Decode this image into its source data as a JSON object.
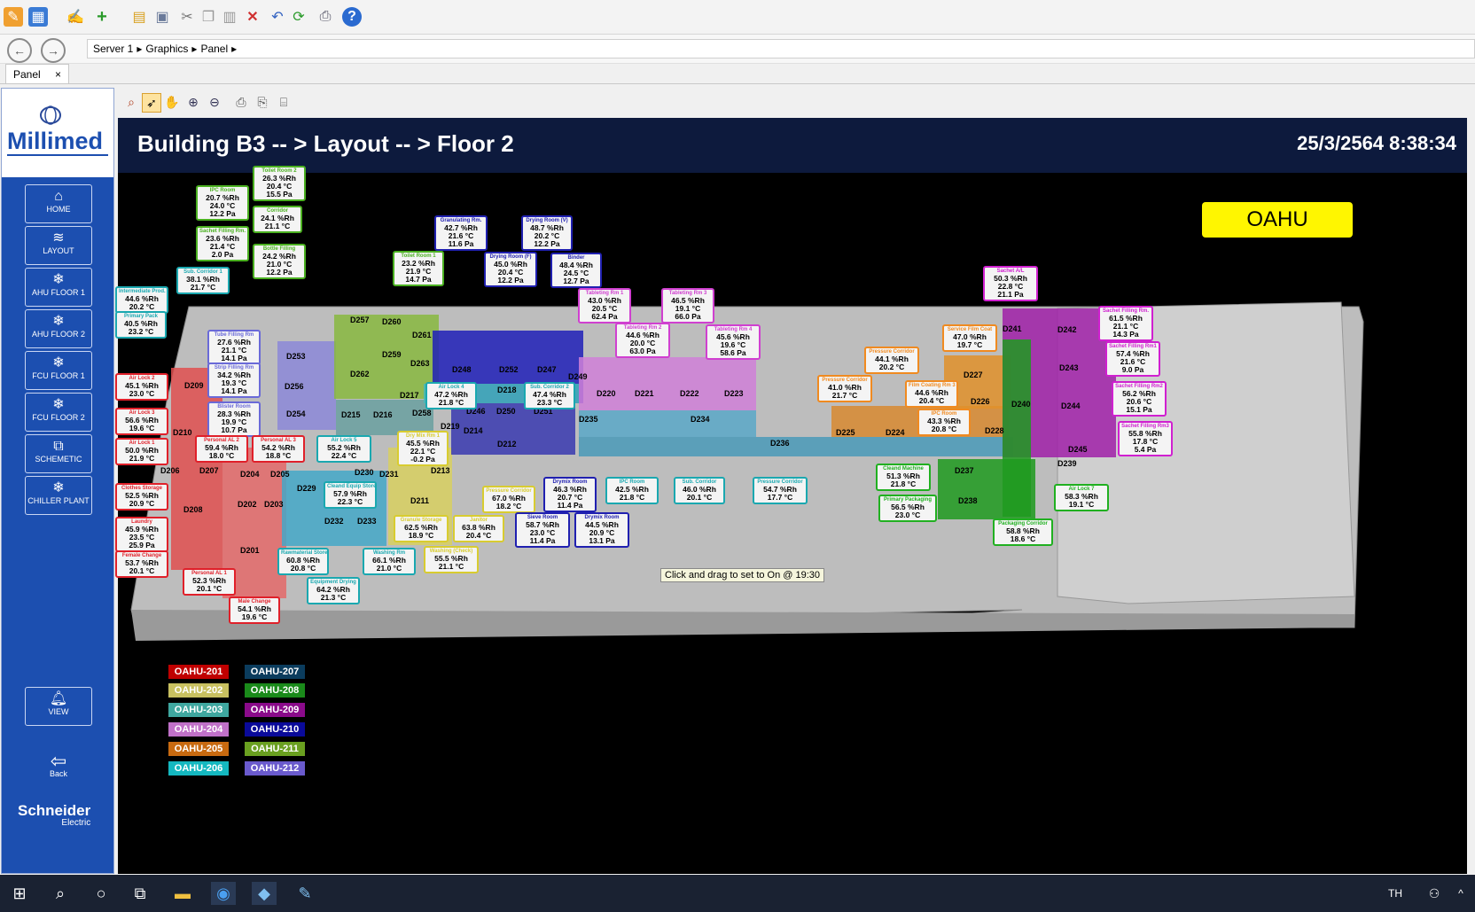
{
  "breadcrumb": {
    "items": [
      "Server 1",
      "Graphics",
      "Panel"
    ]
  },
  "tab": {
    "label": "Panel",
    "close": "×"
  },
  "brand": {
    "logo_text": "Millimed",
    "footer": "Schneider",
    "footer_sub": "Electric"
  },
  "sidebar": {
    "items": [
      {
        "label": "HOME",
        "icon": "home-icon"
      },
      {
        "label": "LAYOUT",
        "icon": "layers-icon"
      },
      {
        "label": "AHU FLOOR 1",
        "icon": "snowflake-icon"
      },
      {
        "label": "AHU FLOOR 2",
        "icon": "snowflake-icon"
      },
      {
        "label": "FCU FLOOR 1",
        "icon": "snowflake-icon"
      },
      {
        "label": "FCU FLOOR 2",
        "icon": "snowflake-icon"
      },
      {
        "label": "SCHEMETIC",
        "icon": "schematic-icon"
      },
      {
        "label": "CHILLER PLANT",
        "icon": "snowflake-icon"
      }
    ],
    "view": "VIEW",
    "back": "Back"
  },
  "header": {
    "title": "Building B3 -- > Layout -- > Floor 2",
    "clock": "25/3/2564 8:38:34",
    "mode": "OAHU"
  },
  "tooltip": "Click and drag to set to On @ 19:30",
  "legend": [
    {
      "label": "OAHU-201",
      "color": "#c00000"
    },
    {
      "label": "OAHU-207",
      "color": "#0b3c5d"
    },
    {
      "label": "OAHU-202",
      "color": "#c8c060"
    },
    {
      "label": "OAHU-208",
      "color": "#1a8a1a"
    },
    {
      "label": "OAHU-203",
      "color": "#3fa7a0"
    },
    {
      "label": "OAHU-209",
      "color": "#8a0a8a"
    },
    {
      "label": "OAHU-204",
      "color": "#c070c8"
    },
    {
      "label": "OAHU-210",
      "color": "#0a0a9a"
    },
    {
      "label": "OAHU-205",
      "color": "#c86a10"
    },
    {
      "label": "OAHU-211",
      "color": "#6aa020"
    },
    {
      "label": "OAHU-206",
      "color": "#14b8c0"
    },
    {
      "label": "OAHU-212",
      "color": "#6a5acd"
    }
  ],
  "rooms": [
    "D209",
    "D210",
    "D206",
    "D207",
    "D204",
    "D205",
    "D208",
    "D202",
    "D203",
    "D201",
    "D253",
    "D256",
    "D254",
    "D257",
    "D260",
    "D261",
    "D259",
    "D263",
    "D262",
    "D217",
    "D215",
    "D216",
    "D258",
    "D219",
    "D230",
    "D231",
    "D229",
    "D232",
    "D233",
    "D213",
    "D211",
    "D214",
    "D212",
    "D246",
    "D250",
    "D251",
    "D218",
    "D248",
    "D252",
    "D247",
    "D249",
    "D220",
    "D221",
    "D222",
    "D223",
    "D235",
    "D234",
    "D236",
    "D225",
    "D224",
    "D227",
    "D226",
    "D228",
    "D241",
    "D242",
    "D243",
    "D244",
    "D245",
    "D240",
    "D237",
    "D238",
    "D239"
  ],
  "labels": [
    {
      "n": "Toilet Room 2",
      "v": [
        "26.3 %Rh",
        "20.4 °C",
        "15.5 Pa"
      ]
    },
    {
      "n": "IPC Room",
      "v": [
        "20.7 %Rh",
        "24.0 °C",
        "12.2 Pa"
      ]
    },
    {
      "n": "Corridor",
      "v": [
        "24.1 %Rh",
        "21.1 °C"
      ]
    },
    {
      "n": "Sachet Filling Rm.",
      "v": [
        "23.6 %Rh",
        "21.4 °C",
        "2.0 Pa"
      ]
    },
    {
      "n": "Bottle Filling",
      "v": [
        "24.2 %Rh",
        "21.0 °C",
        "12.2 Pa"
      ]
    },
    {
      "n": "Sub. Corridor 1",
      "v": [
        "38.1 %Rh",
        "21.7 °C"
      ]
    },
    {
      "n": "Intermediate Prod.",
      "v": [
        "44.6 %Rh",
        "20.2 °C"
      ]
    },
    {
      "n": "Primary Pack",
      "v": [
        "40.5 %Rh",
        "23.2 °C"
      ]
    },
    {
      "n": "Toilet Room 1",
      "v": [
        "23.2 %Rh",
        "21.9 °C",
        "14.7 Pa"
      ]
    },
    {
      "n": "Granulating Rm.",
      "v": [
        "42.7 %Rh",
        "21.6 °C",
        "11.6 Pa"
      ]
    },
    {
      "n": "Drying Room (V)",
      "v": [
        "48.7 %Rh",
        "20.2 °C",
        "12.2 Pa"
      ]
    },
    {
      "n": "Drying Room (F)",
      "v": [
        "45.0 %Rh",
        "20.4 °C",
        "12.2 Pa"
      ]
    },
    {
      "n": "Binder",
      "v": [
        "48.4 %Rh",
        "24.5 °C",
        "12.7 Pa"
      ]
    },
    {
      "n": "Tableting Rm 1",
      "v": [
        "43.0 %Rh",
        "20.5 °C",
        "62.4 Pa"
      ]
    },
    {
      "n": "Tableting Rm 3",
      "v": [
        "46.5 %Rh",
        "19.1 °C",
        "66.0 Pa"
      ]
    },
    {
      "n": "Tableting Rm 2",
      "v": [
        "44.6 %Rh",
        "20.0 °C",
        "63.0 Pa"
      ]
    },
    {
      "n": "Tableting Rm 4",
      "v": [
        "45.6 %Rh",
        "19.6 °C",
        "58.6 Pa"
      ]
    },
    {
      "n": "Tube Filling Rm",
      "v": [
        "27.6 %Rh",
        "21.1 °C",
        "14.1 Pa"
      ]
    },
    {
      "n": "Strip Filling Rm",
      "v": [
        "34.2 %Rh",
        "19.3 °C",
        "14.1 Pa"
      ]
    },
    {
      "n": "Blister Room",
      "v": [
        "28.3 %Rh",
        "19.9 °C",
        "10.7 Pa"
      ]
    },
    {
      "n": "Air Lock 2",
      "v": [
        "45.1 %Rh",
        "23.0 °C"
      ]
    },
    {
      "n": "Air Lock 3",
      "v": [
        "56.6 %Rh",
        "19.6 °C"
      ]
    },
    {
      "n": "Air Lock 1",
      "v": [
        "50.0 %Rh",
        "21.9 °C"
      ]
    },
    {
      "n": "Personal AL 2",
      "v": [
        "59.4 %Rh",
        "18.0 °C"
      ]
    },
    {
      "n": "Personal AL 3",
      "v": [
        "54.2 %Rh",
        "18.8 °C"
      ]
    },
    {
      "n": "Air Lock 5",
      "v": [
        "55.2 %Rh",
        "22.4 °C"
      ]
    },
    {
      "n": "Air Lock 4",
      "v": [
        "47.2 %Rh",
        "21.8 °C"
      ]
    },
    {
      "n": "Sub. Corridor 2",
      "v": [
        "47.4 %Rh",
        "23.3 °C"
      ]
    },
    {
      "n": "Dry Mix Rm 1",
      "v": [
        "45.5 %Rh",
        "22.1 °C",
        "-0.2 Pa"
      ]
    },
    {
      "n": "Clothes Storage",
      "v": [
        "52.5 %Rh",
        "20.9 °C"
      ]
    },
    {
      "n": "Laundry",
      "v": [
        "45.9 %Rh",
        "23.5 °C",
        "25.9 Pa"
      ]
    },
    {
      "n": "Female Change",
      "v": [
        "53.7 %Rh",
        "20.1 °C"
      ]
    },
    {
      "n": "Personal AL 1",
      "v": [
        "52.3 %Rh",
        "20.1 °C"
      ]
    },
    {
      "n": "Male Change",
      "v": [
        "54.1 %Rh",
        "19.6 °C"
      ]
    },
    {
      "n": "Cleand Equip Store",
      "v": [
        "57.9 %Rh",
        "22.3 °C"
      ]
    },
    {
      "n": "Rawmaterial Store",
      "v": [
        "60.8 %Rh",
        "20.8 °C"
      ]
    },
    {
      "n": "Washing Rm",
      "v": [
        "66.1 %Rh",
        "21.0 °C"
      ]
    },
    {
      "n": "Equipment Drying",
      "v": [
        "64.2 %Rh",
        "21.3 °C"
      ]
    },
    {
      "n": "Granule Storage",
      "v": [
        "62.5 %Rh",
        "18.9 °C"
      ]
    },
    {
      "n": "Washing (Check)",
      "v": [
        "55.5 %Rh",
        "21.1 °C"
      ]
    },
    {
      "n": "Janitor",
      "v": [
        "63.8 %Rh",
        "20.4 °C"
      ]
    },
    {
      "n": "Pressure Corridor",
      "v": [
        "67.0 %Rh",
        "18.2 °C"
      ]
    },
    {
      "n": "Drymix Room",
      "v": [
        "46.3 %Rh",
        "20.7 °C",
        "11.4 Pa"
      ]
    },
    {
      "n": "Sieve Room",
      "v": [
        "58.7 %Rh",
        "23.0 °C",
        "11.4 Pa"
      ]
    },
    {
      "n": "Drymix Room",
      "v": [
        "44.5 %Rh",
        "20.9 °C",
        "13.1 Pa"
      ]
    },
    {
      "n": "IPC Room",
      "v": [
        "42.5 %Rh",
        "21.8 °C"
      ]
    },
    {
      "n": "Sub. Corridor",
      "v": [
        "46.0 %Rh",
        "20.1 °C"
      ]
    },
    {
      "n": "Pressure Corridor",
      "v": [
        "54.7 %Rh",
        "17.7 °C"
      ]
    },
    {
      "n": "Pressure Corridor",
      "v": [
        "44.1 %Rh",
        "20.2 °C"
      ]
    },
    {
      "n": "Pressure Corridor",
      "v": [
        "41.0 %Rh",
        "21.7 °C"
      ]
    },
    {
      "n": "Service Film Coat",
      "v": [
        "47.0 %Rh",
        "19.7 °C"
      ]
    },
    {
      "n": "Film Coating Rm 3",
      "v": [
        "44.6 %Rh",
        "20.4 °C"
      ]
    },
    {
      "n": "IPC Room",
      "v": [
        "43.3 %Rh",
        "20.8 °C"
      ]
    },
    {
      "n": "Sachet A/L",
      "v": [
        "50.3 %Rh",
        "22.8 °C",
        "21.1 Pa"
      ]
    },
    {
      "n": "Sachet Filling Rm.",
      "v": [
        "61.5 %Rh",
        "21.1 °C",
        "14.3 Pa"
      ]
    },
    {
      "n": "Sachet Filling Rm1",
      "v": [
        "57.4 %Rh",
        "21.6 °C",
        "9.0 Pa"
      ]
    },
    {
      "n": "Sachet Filling Rm2",
      "v": [
        "56.2 %Rh",
        "20.6 °C",
        "15.1 Pa"
      ]
    },
    {
      "n": "Sachet Filling Rm3",
      "v": [
        "55.8 %Rh",
        "17.8 °C",
        "5.4 Pa"
      ]
    },
    {
      "n": "Cleand Machine",
      "v": [
        "51.3 %Rh",
        "21.8 °C"
      ]
    },
    {
      "n": "Primary Packaging",
      "v": [
        "56.5 %Rh",
        "23.0 °C"
      ]
    },
    {
      "n": "Packaging Corridor",
      "v": [
        "58.8 %Rh",
        "18.6 °C"
      ]
    },
    {
      "n": "Air Lock 7",
      "v": [
        "58.3 %Rh",
        "19.1 °C"
      ]
    }
  ],
  "taskbar": {
    "lang": "TH"
  }
}
